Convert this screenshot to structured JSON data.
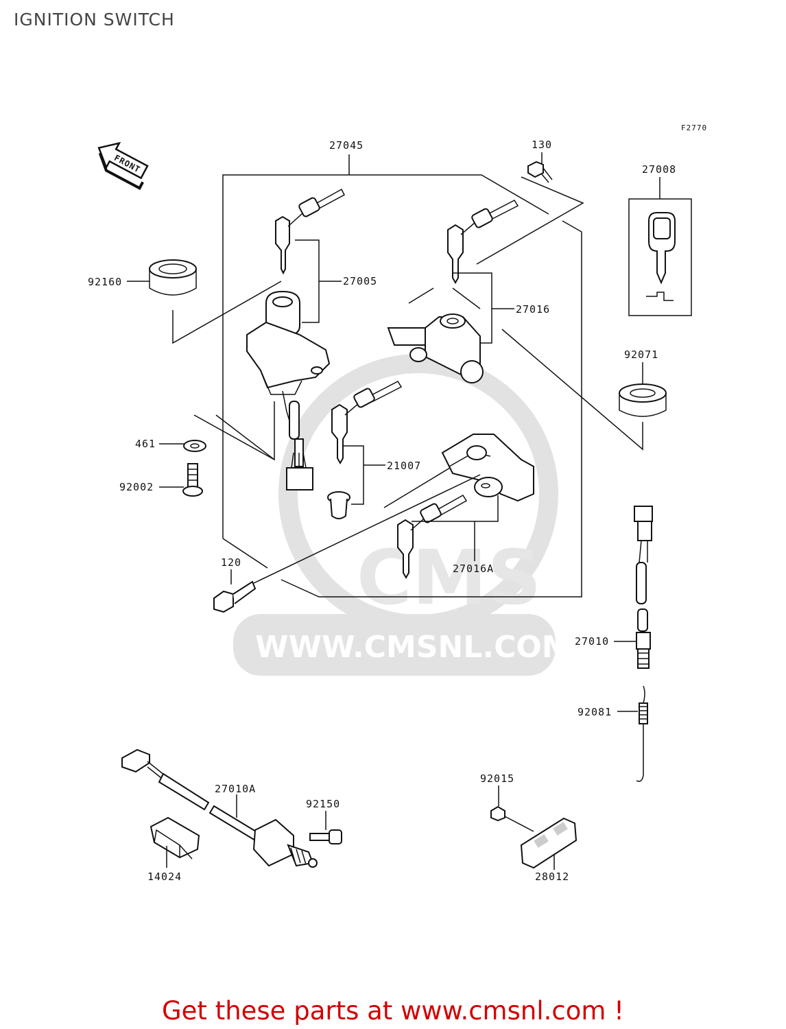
{
  "title": "IGNITION SWITCH",
  "figure_code": "F2770",
  "front_label": "FRONT",
  "watermark_logo": "CMS",
  "watermark_url": "WWW.CMSNL.COM",
  "cta": "Get these parts at www.cmsnl.com !",
  "parts": {
    "p27045": "27045",
    "p130": "130",
    "p27008": "27008",
    "p92160": "92160",
    "p27005": "27005",
    "p27016": "27016",
    "p92071": "92071",
    "p461": "461",
    "p21007": "21007",
    "p92002": "92002",
    "p27016A": "27016A",
    "p120": "120",
    "p27010": "27010",
    "p92081": "92081",
    "p27010A": "27010A",
    "p92150": "92150",
    "p92015": "92015",
    "p14024": "14024",
    "p28012": "28012"
  },
  "colors": {
    "cta": "#d40000",
    "watermark": "#d8d8d8",
    "lines": "#111111"
  }
}
